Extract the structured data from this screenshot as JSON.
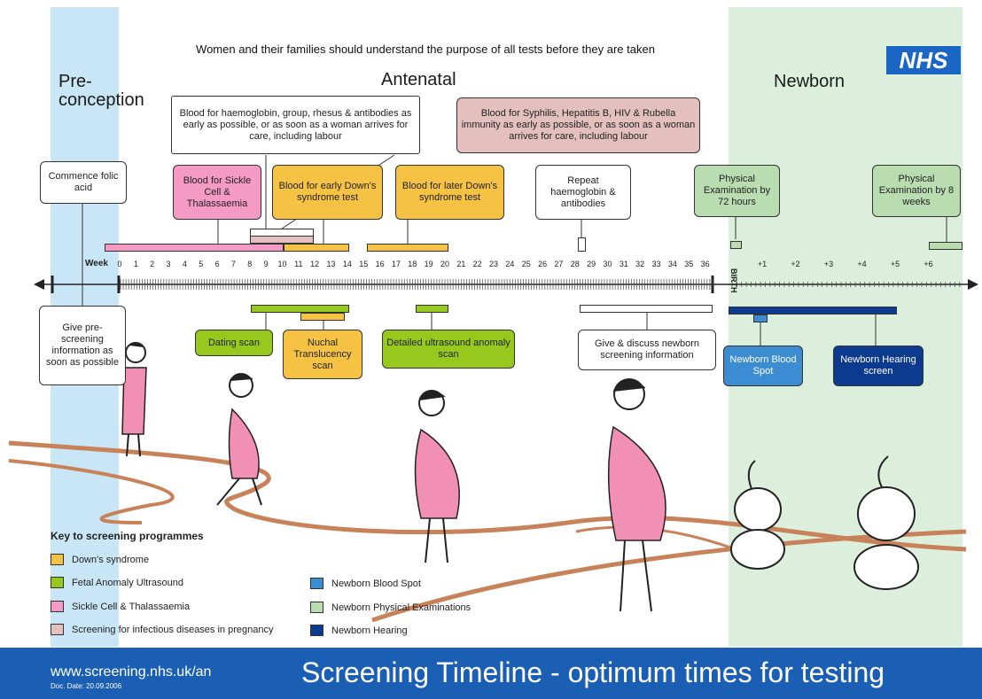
{
  "header": {
    "note": "Women and their families should understand the purpose of all tests before they are taken",
    "logo": "NHS"
  },
  "phases": {
    "preconception": "Pre-\nconception",
    "antenatal": "Antenatal",
    "newborn": "Newborn"
  },
  "timeline": {
    "week_label": "Week",
    "birth_label": "BIRTH",
    "weeks": [
      "0",
      "1",
      "2",
      "3",
      "4",
      "5",
      "6",
      "7",
      "8",
      "9",
      "10",
      "11",
      "12",
      "13",
      "14",
      "15",
      "16",
      "17",
      "18",
      "19",
      "20",
      "21",
      "22",
      "23",
      "24",
      "25",
      "26",
      "27",
      "28",
      "29",
      "30",
      "31",
      "32",
      "33",
      "34",
      "35",
      "36"
    ],
    "newborn_weeks": [
      "+1",
      "+2",
      "+3",
      "+4",
      "+5",
      "+6"
    ]
  },
  "boxes_above": {
    "folic_acid": "Commence folic acid",
    "haemoglobin": "Blood for haemoglobin, group,  rhesus & antibodies as early as possible, or as soon as a woman arrives for care, including labour",
    "infections": "Blood for Syphilis, Hepatitis B, HIV & Rubella immunity as early as possible, or as soon as a woman arrives for care, including labour",
    "sickle": "Blood for Sickle Cell & Thalassaemia",
    "early_downs": "Blood for early Down's syndrome test",
    "later_downs": "Blood for later Down's syndrome test",
    "repeat_hb": "Repeat haemoglobin & antibodies",
    "exam_72h": "Physical Examination by 72 hours",
    "exam_8w": "Physical Examination by 8 weeks"
  },
  "boxes_below": {
    "prescreening": "Give pre-screening information as soon as possible",
    "dating_scan": "Dating scan",
    "nuchal": "Nuchal Translucency scan",
    "anomaly": "Detailed ultrasound anomaly scan",
    "newborn_info": "Give & discuss newborn screening information",
    "blood_spot": "Newborn Blood Spot",
    "hearing": "Newborn Hearing screen"
  },
  "key": {
    "title": "Key to screening programmes",
    "items": [
      {
        "label": "Down's syndrome",
        "color": "#f6c244"
      },
      {
        "label": "Fetal Anomaly Ultrasound",
        "color": "#96c81e"
      },
      {
        "label": "Sickle Cell & Thalassaemia",
        "color": "#f59ac4"
      },
      {
        "label": "Screening for infectious diseases in pregnancy",
        "color": "#e3c0bd"
      },
      {
        "label": "Newborn Blood Spot",
        "color": "#3c8cd2"
      },
      {
        "label": "Newborn Physical Examinations",
        "color": "#b9dcb1"
      },
      {
        "label": "Newborn Hearing",
        "color": "#0b3a8f"
      }
    ]
  },
  "footer": {
    "url": "www.screening.nhs.uk/an",
    "date": "Doc. Date: 20.09.2006",
    "title": "Screening Timeline - optimum times for testing"
  }
}
